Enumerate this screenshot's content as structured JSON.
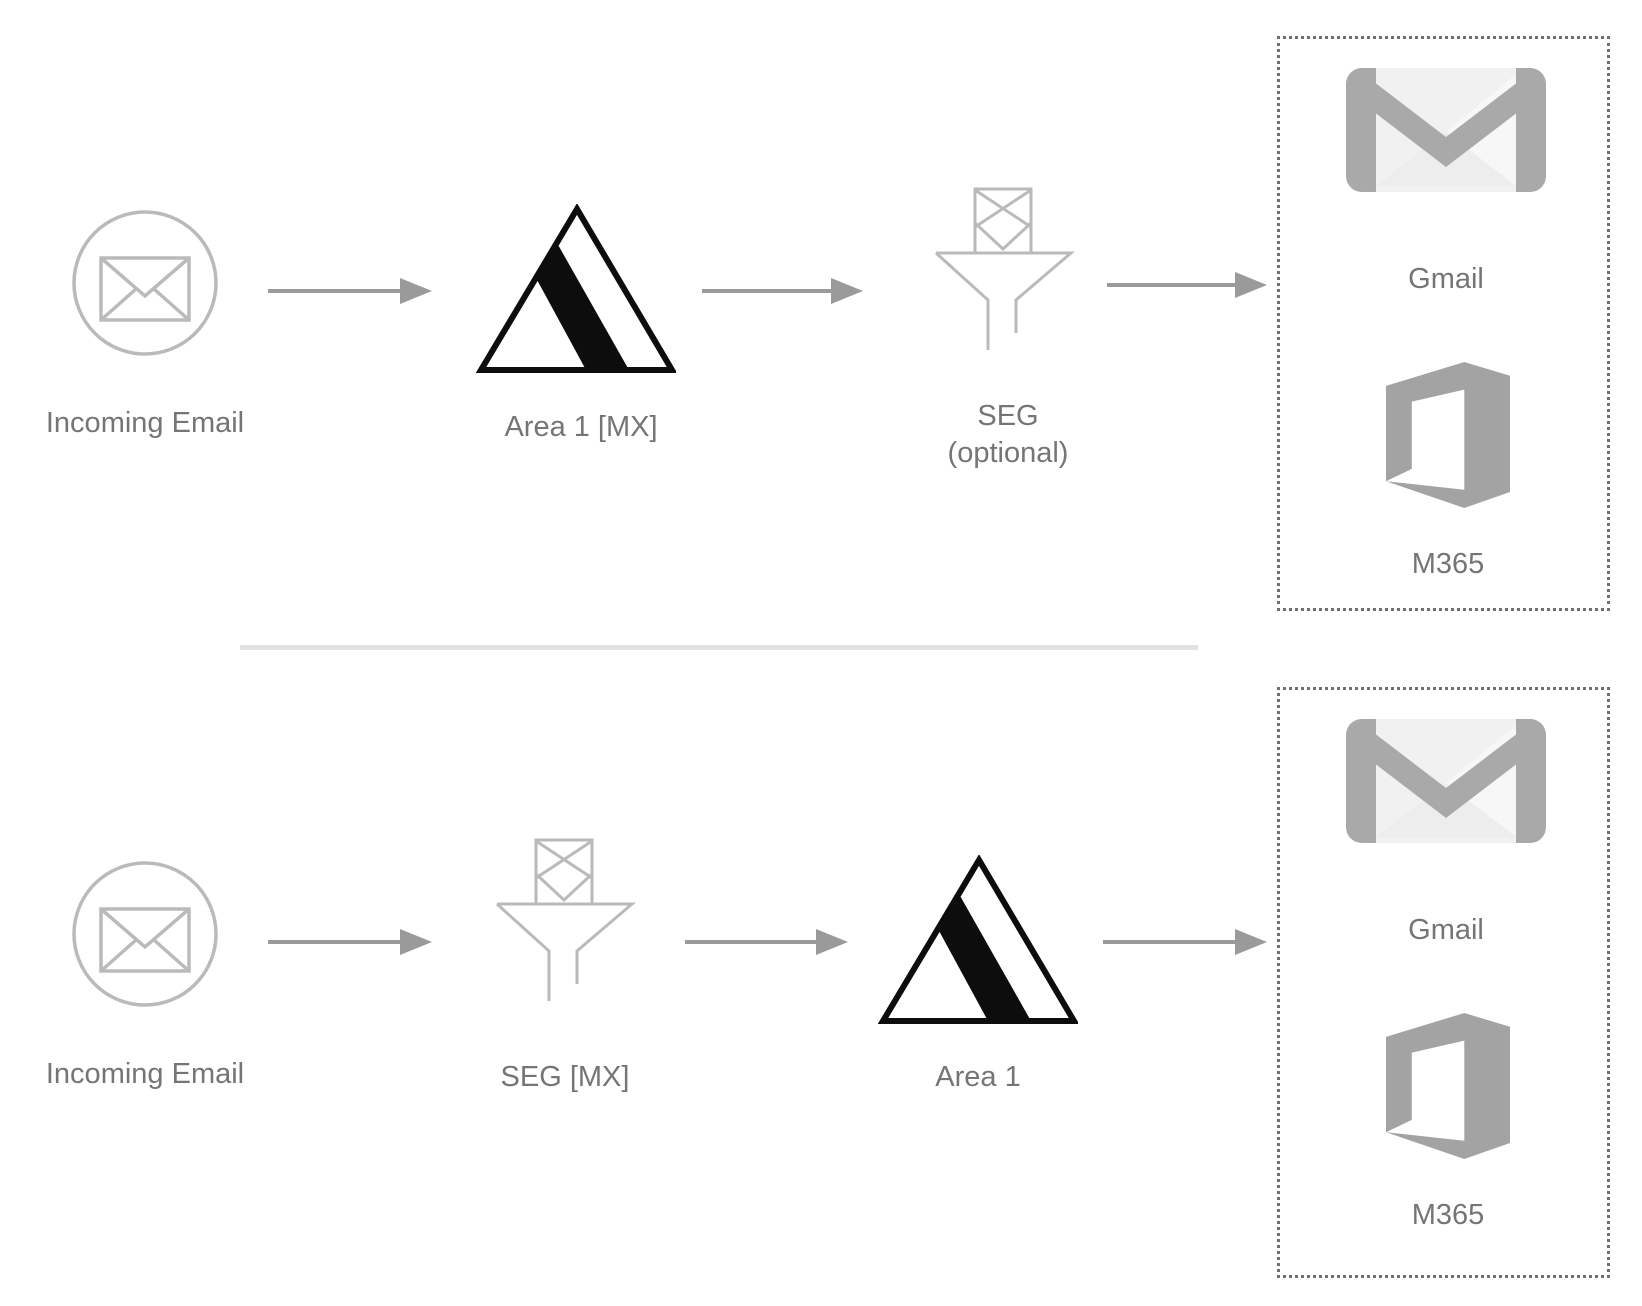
{
  "flow1": {
    "source_label": "Incoming Email",
    "gateway_label": "Area 1 [MX]",
    "filter_label_line1": "SEG",
    "filter_label_line2": "(optional)",
    "dest_gmail_label": "Gmail",
    "dest_m365_label": "M365"
  },
  "flow2": {
    "source_label": "Incoming Email",
    "filter_label": "SEG [MX]",
    "gateway_label": "Area 1",
    "dest_gmail_label": "Gmail",
    "dest_m365_label": "M365"
  },
  "icons": {
    "source": "incoming-email-circle-icon",
    "gateway": "area1-triangle-logo-icon",
    "filter": "seg-mail-funnel-icon",
    "gmail": "gmail-envelope-icon",
    "m365": "m365-office-icon"
  },
  "colors": {
    "label_text": "#757575",
    "light_icon_stroke": "#bababa",
    "arrow": "#9a9a9a",
    "triangle_black": "#0d0d0d",
    "gmail_gray": "#a9a9a9",
    "gmail_body": "#f1f1f1",
    "m365_gray": "#a3a3a3",
    "dotted_border": "#6f6f6f",
    "divider": "#e2e2e2",
    "background": "#ffffff"
  }
}
